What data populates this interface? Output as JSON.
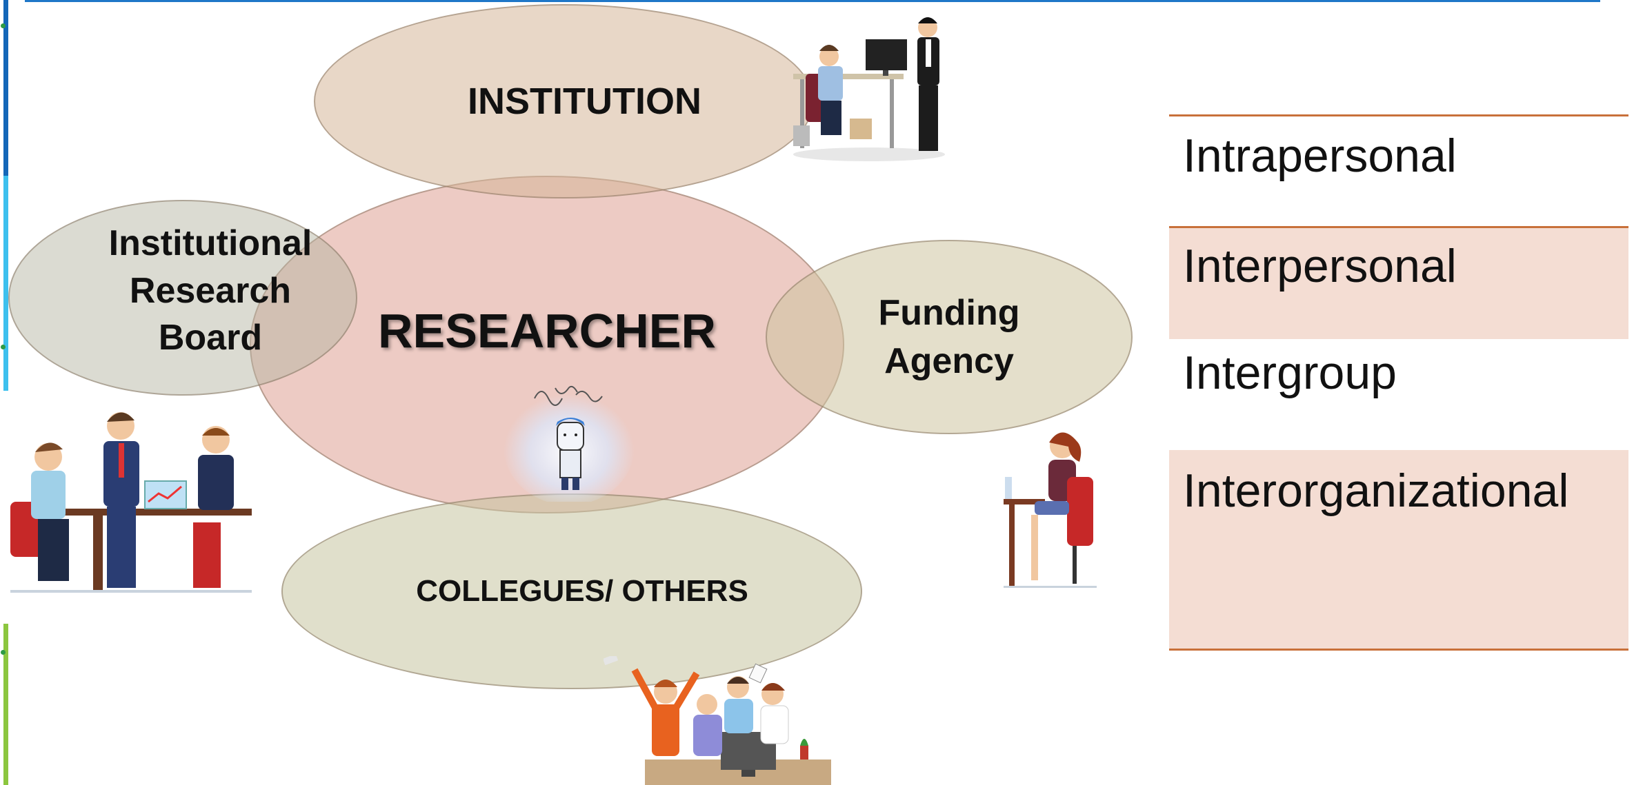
{
  "diagram": {
    "center": "RESEARCHER",
    "stakeholders": {
      "institution": "INSTITUTION",
      "irb_lines": [
        "Institutional",
        "Research",
        "Board"
      ],
      "funding_lines": [
        "Funding",
        "Agency"
      ],
      "colleagues": "COLLEGUES/ OTHERS"
    }
  },
  "levels": [
    "Intrapersonal",
    "Interpersonal",
    "Intergroup",
    "Interorganizational"
  ],
  "colors": {
    "accent_line": "#c8703a",
    "row_fill": "#f4ddd3",
    "top_rule": "#1f77c8"
  },
  "icons": [
    "office-workers-illustration",
    "meeting-illustration",
    "confused-researcher-figure",
    "woman-at-desk-illustration",
    "team-celebration-illustration"
  ]
}
